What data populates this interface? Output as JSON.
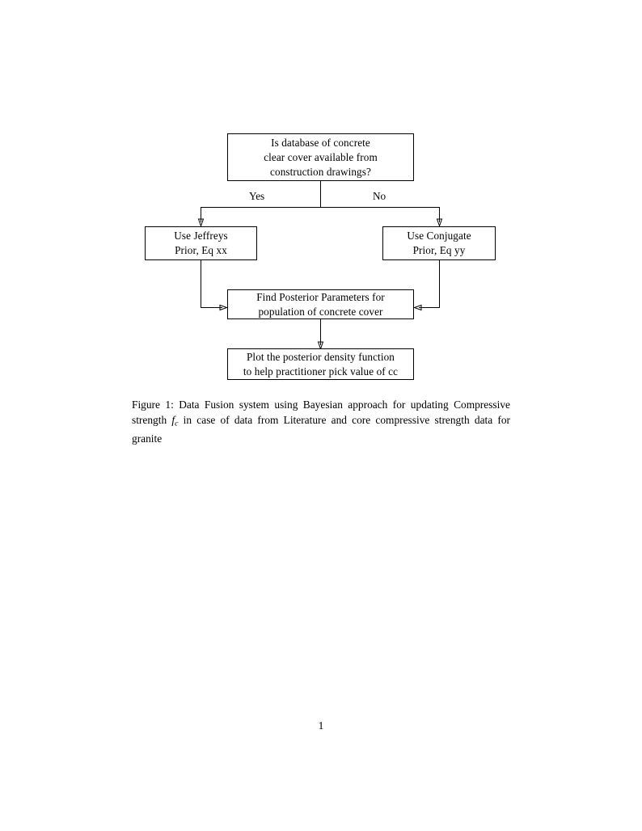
{
  "document": {
    "page_number": "1"
  },
  "figure": {
    "nodes": [
      {
        "id": "question",
        "name": "decision-box-database-available",
        "lines": [
          "Is database of concrete",
          "clear cover available from",
          "construction drawings?"
        ]
      },
      {
        "id": "jeffreys",
        "name": "process-box-jeffreys-prior",
        "lines": [
          "Use Jeffreys",
          "Prior, Eq xx"
        ]
      },
      {
        "id": "conjugate",
        "name": "process-box-conjugate-prior",
        "lines": [
          "Use Conjugate",
          "Prior, Eq yy"
        ]
      },
      {
        "id": "posterior",
        "name": "process-box-find-posterior-parameters",
        "lines": [
          "Find Posterior Parameters for",
          "population of concrete cover"
        ]
      },
      {
        "id": "plot",
        "name": "process-box-plot-posterior-density",
        "lines": [
          "Plot the posterior density function",
          "to help practitioner pick value of cc"
        ]
      }
    ],
    "branch_labels": {
      "yes": "Yes",
      "no": "No"
    }
  },
  "caption": {
    "label": "Figure 1:",
    "text_part_1": " Data Fusion system using Bayesian approach for updating Com­pressive strength ",
    "math_symbol": "f",
    "math_subscript": "c",
    "text_part_2": " in case of data from Literature and core compressive strength data for granite",
    "full_text": "Figure 1: Data Fusion system using Bayesian approach for updating Compressive strength fc in case of data from Literature and core compressive strength data for granite"
  }
}
